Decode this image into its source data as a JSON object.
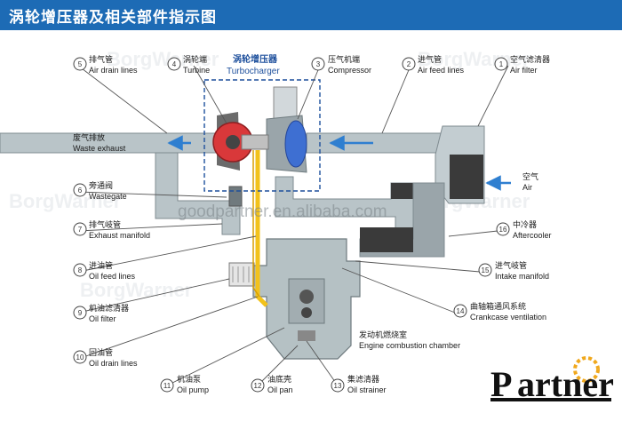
{
  "title": "涡轮增压器及相关部件指示图",
  "watermark": "goodpartner.en.alibaba.com",
  "brand_watermark": "BorgWarner",
  "turbocharger": {
    "zh": "涡轮增压器",
    "en": "Turbocharger"
  },
  "callouts": [
    {
      "num": "1",
      "zh": "空气滤清器",
      "en": "Air filter"
    },
    {
      "num": "2",
      "zh": "进气管",
      "en": "Air feed lines"
    },
    {
      "num": "3",
      "zh": "压气机端",
      "en": "Compressor"
    },
    {
      "num": "4",
      "zh": "涡轮端",
      "en": "Turbine"
    },
    {
      "num": "5",
      "zh": "排气管",
      "en": "Air drain lines"
    },
    {
      "num": "6",
      "zh": "旁通阀",
      "en": "Wastegate"
    },
    {
      "num": "7",
      "zh": "排气岐管",
      "en": "Exhaust manifold"
    },
    {
      "num": "8",
      "zh": "进油管",
      "en": "Oil feed lines"
    },
    {
      "num": "9",
      "zh": "机油滤清器",
      "en": "Oil filter"
    },
    {
      "num": "10",
      "zh": "回油管",
      "en": "Oil drain lines"
    },
    {
      "num": "11",
      "zh": "机油泵",
      "en": "Oil pump"
    },
    {
      "num": "12",
      "zh": "油底壳",
      "en": "Oil pan"
    },
    {
      "num": "13",
      "zh": "集滤清器",
      "en": "Oil strainer"
    },
    {
      "num": "14",
      "zh": "曲轴箱通风系统",
      "en": "Crankcase ventilation"
    },
    {
      "num": "15",
      "zh": "进气岐管",
      "en": "Intake manifold"
    },
    {
      "num": "16",
      "zh": "中冷器",
      "en": "Aftercooler"
    }
  ],
  "waste_exhaust": {
    "zh": "废气排放",
    "en": "Waste exhaust"
  },
  "air": {
    "zh": "空气",
    "en": "Air"
  },
  "engine_chamber": {
    "zh": "发动机燃烧室",
    "en": "Engine combustion chamber"
  },
  "logo": {
    "letter": "P",
    "text": "artner"
  },
  "colors": {
    "title_bar": "#1d6bb5",
    "pipe": "#b9c4c8",
    "pipe_stroke": "#7f8b90",
    "arrow": "#2f7fd0",
    "oil": "#f2c21b",
    "turbine": "#d9383a",
    "compressor": "#3e6fd2",
    "logo_gear": "#f0a81c"
  }
}
